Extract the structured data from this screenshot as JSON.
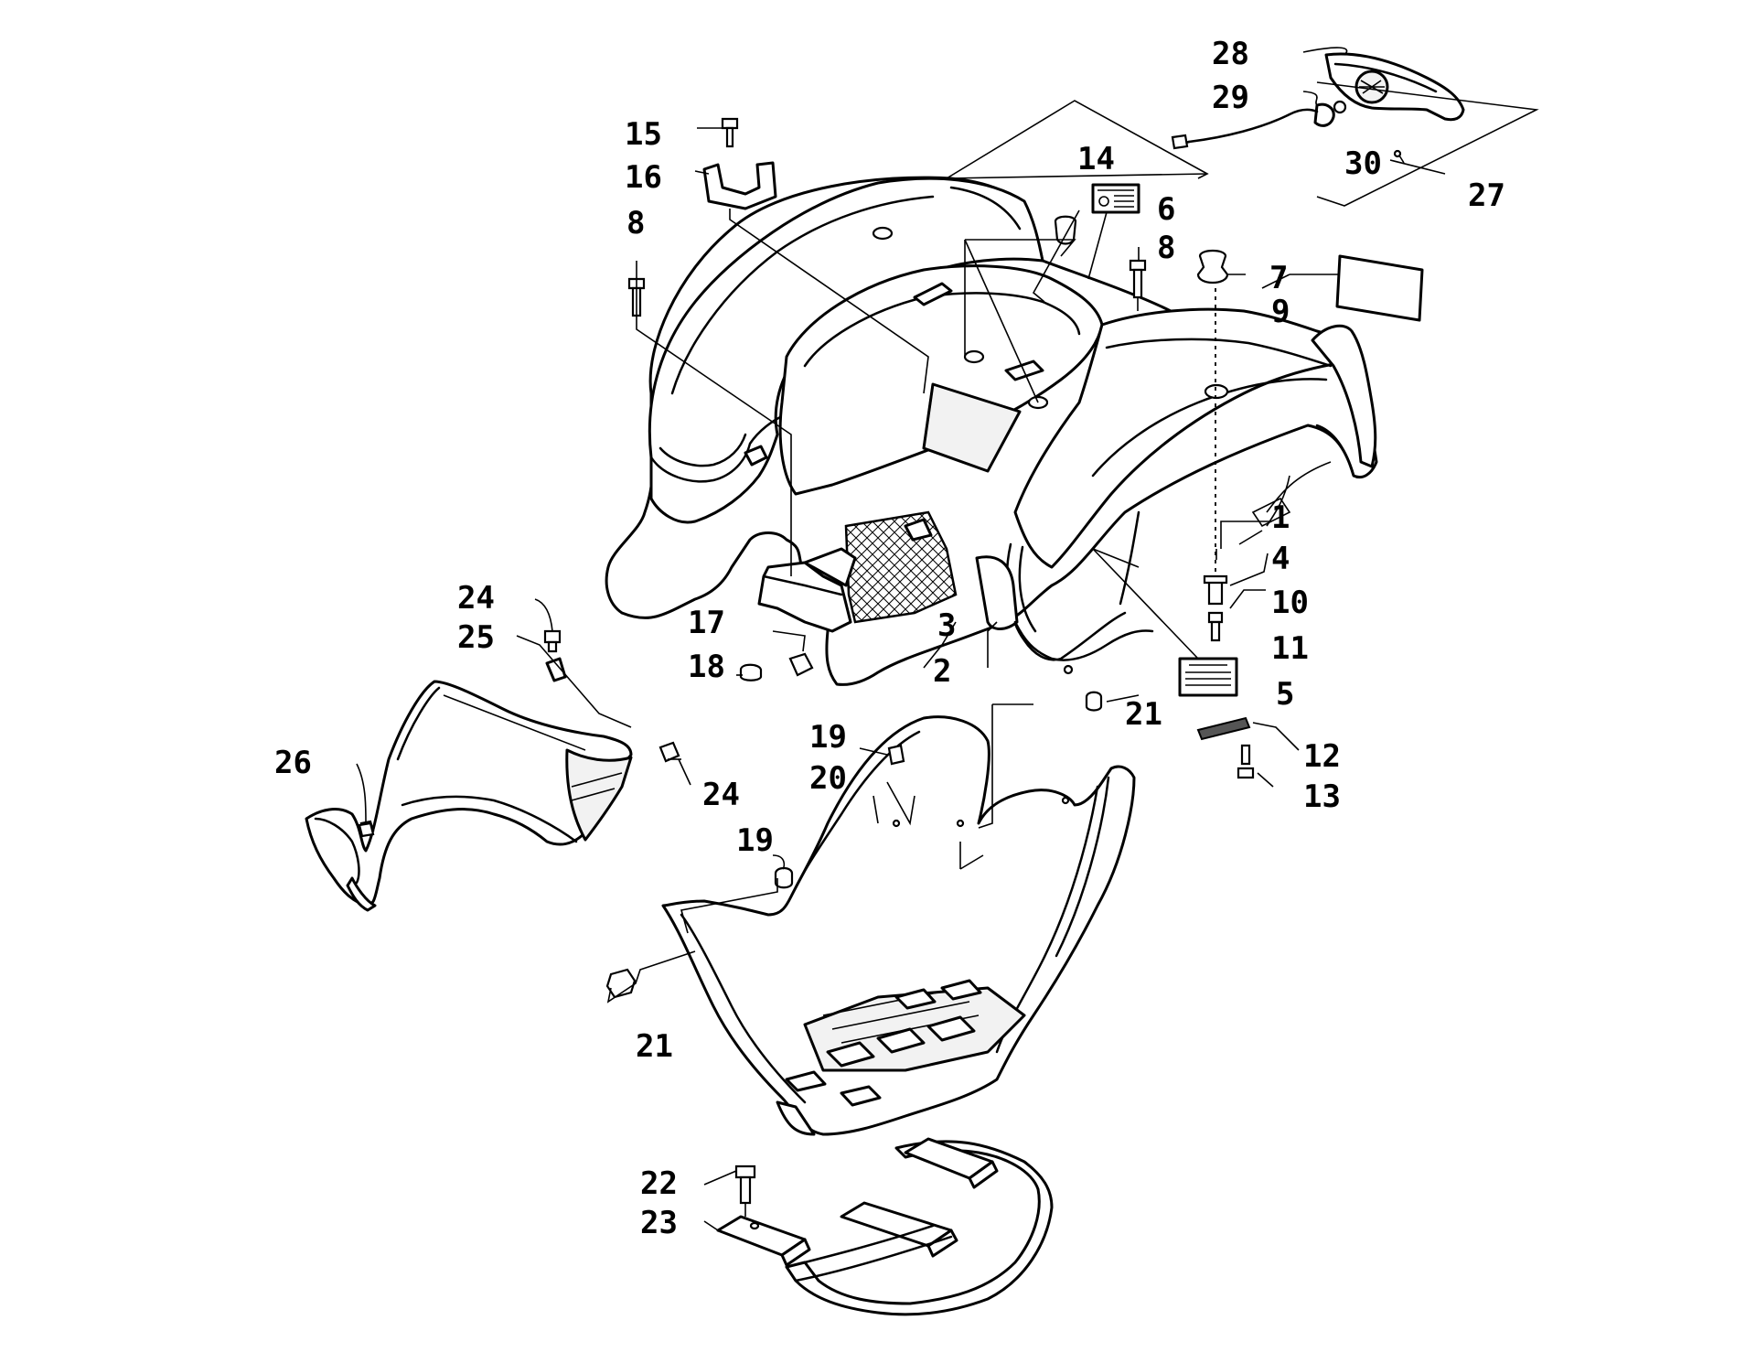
{
  "callouts": [
    {
      "id": "1",
      "text": "1"
    },
    {
      "id": "2",
      "text": "2"
    },
    {
      "id": "3",
      "text": "3"
    },
    {
      "id": "4",
      "text": "4"
    },
    {
      "id": "5",
      "text": "5"
    },
    {
      "id": "6",
      "text": "6"
    },
    {
      "id": "7",
      "text": "7"
    },
    {
      "id": "8a",
      "text": "8"
    },
    {
      "id": "8b",
      "text": "8"
    },
    {
      "id": "9",
      "text": "9"
    },
    {
      "id": "10",
      "text": "10"
    },
    {
      "id": "11",
      "text": "11"
    },
    {
      "id": "12",
      "text": "12"
    },
    {
      "id": "13",
      "text": "13"
    },
    {
      "id": "14",
      "text": "14"
    },
    {
      "id": "15",
      "text": "15"
    },
    {
      "id": "16",
      "text": "16"
    },
    {
      "id": "17",
      "text": "17"
    },
    {
      "id": "18",
      "text": "18"
    },
    {
      "id": "19a",
      "text": "19"
    },
    {
      "id": "19b",
      "text": "19"
    },
    {
      "id": "20",
      "text": "20"
    },
    {
      "id": "21a",
      "text": "21"
    },
    {
      "id": "21b",
      "text": "21"
    },
    {
      "id": "22",
      "text": "22"
    },
    {
      "id": "23",
      "text": "23"
    },
    {
      "id": "24a",
      "text": "24"
    },
    {
      "id": "24b",
      "text": "24"
    },
    {
      "id": "25",
      "text": "25"
    },
    {
      "id": "26",
      "text": "26"
    },
    {
      "id": "27",
      "text": "27"
    },
    {
      "id": "28",
      "text": "28"
    },
    {
      "id": "29",
      "text": "29"
    },
    {
      "id": "30",
      "text": "30"
    }
  ]
}
